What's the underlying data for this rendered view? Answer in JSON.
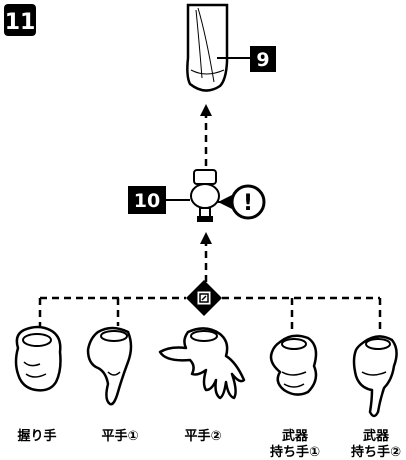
{
  "step": {
    "number": "11"
  },
  "callouts": {
    "arm_part": "9",
    "joint_part": "10",
    "warning_symbol": "!"
  },
  "hands": [
    {
      "label": "握り手"
    },
    {
      "label": "平手①"
    },
    {
      "label": "平手②"
    },
    {
      "label_line1": "武器",
      "label_line2": "持ち手①"
    },
    {
      "label_line1": "武器",
      "label_line2": "持ち手②"
    }
  ],
  "colors": {
    "ink": "#000000",
    "paper": "#ffffff"
  }
}
